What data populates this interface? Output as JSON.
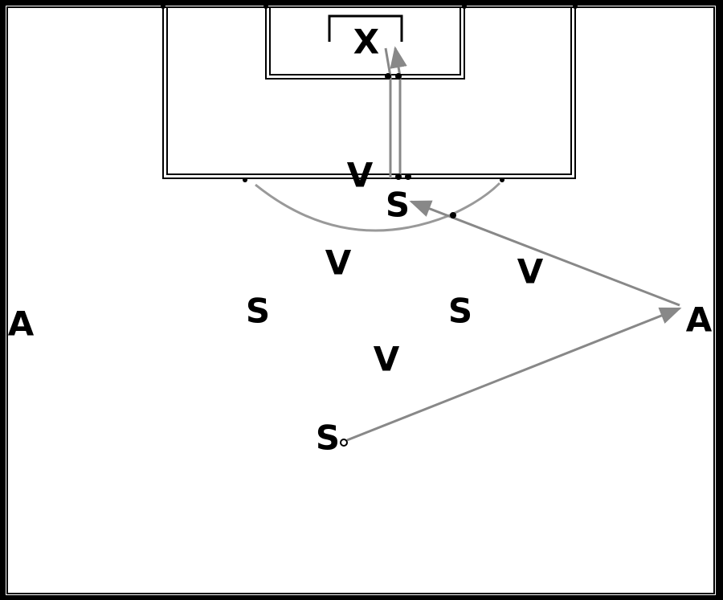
{
  "diagram": {
    "players": {
      "goalkeeper": "X",
      "defenders": [
        "V",
        "V",
        "V",
        "V"
      ],
      "attackers": [
        "S",
        "S",
        "S",
        "S"
      ],
      "wide_players": [
        "A",
        "A"
      ]
    }
  }
}
